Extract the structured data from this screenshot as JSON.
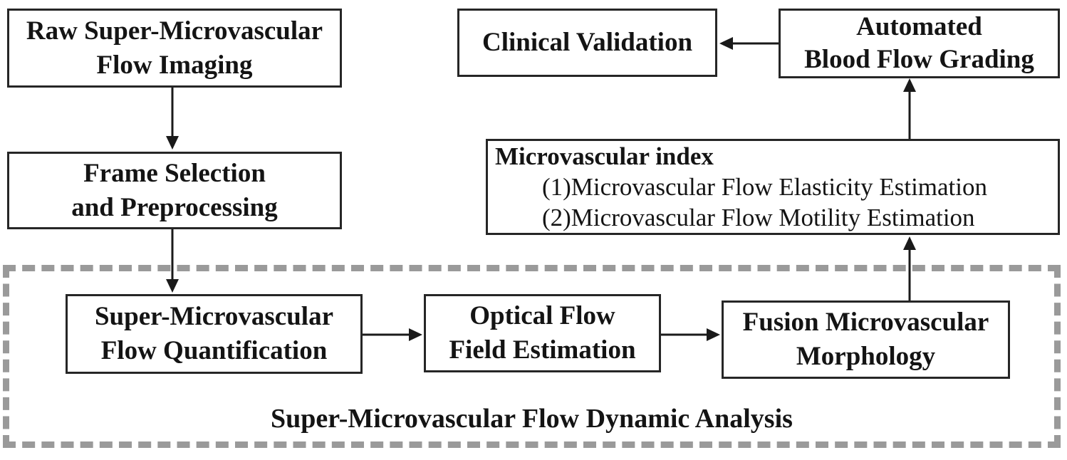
{
  "diagram": {
    "nodes": {
      "raw": {
        "line1": "Raw Super-Microvascular",
        "line2": "Flow Imaging"
      },
      "frame": {
        "line1": "Frame Selection",
        "line2": "and Preprocessing"
      },
      "clinical": {
        "line1": "Clinical Validation"
      },
      "automated": {
        "line1": "Automated",
        "line2": "Blood Flow Grading"
      },
      "microvascular_index": {
        "title": "Microvascular index",
        "items": [
          "(1)Microvascular Flow Elasticity Estimation",
          "(2)Microvascular Flow Motility Estimation"
        ]
      },
      "quantification": {
        "line1": "Super-Microvascular",
        "line2": "Flow Quantification"
      },
      "optical": {
        "line1": "Optical Flow",
        "line2": "Field Estimation"
      },
      "fusion": {
        "line1": "Fusion Microvascular",
        "line2": "Morphology"
      }
    },
    "container_label": "Super-Microvascular Flow Dynamic Analysis",
    "colors": {
      "background": "#ffffff",
      "box_border": "#262626",
      "text": "#141414",
      "dashed_border": "#9a9a9a"
    }
  }
}
